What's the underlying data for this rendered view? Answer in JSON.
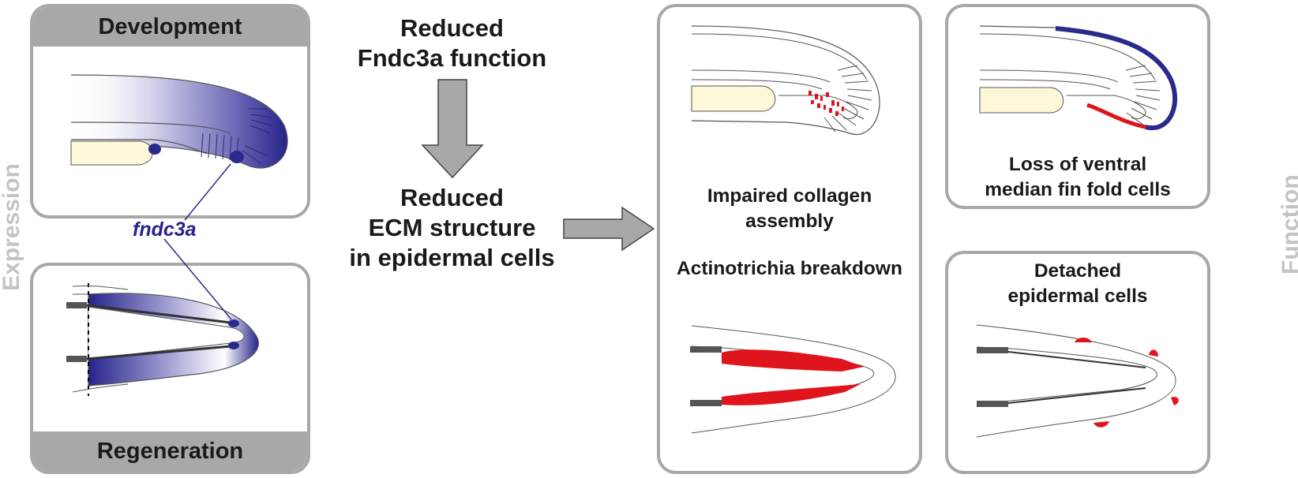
{
  "expression": {
    "side_label": "Expression",
    "development_header": "Development",
    "regeneration_footer": "Regeneration",
    "gene_label": "fndc3a"
  },
  "flow": {
    "top_line1": "Reduced",
    "top_line2": "Fndc3a function",
    "mid_line1": "Reduced",
    "mid_line2": "ECM structure",
    "mid_line3": "in epidermal cells"
  },
  "function": {
    "side_label": "Function",
    "collagen_line1": "Impaired collagen",
    "collagen_line2": "assembly",
    "actinotrichia": "Actinotrichia breakdown",
    "ventral_line1": "Loss of ventral",
    "ventral_line2": "median fin fold cells",
    "detached_line1": "Detached",
    "detached_line2": "epidermal cells"
  },
  "colors": {
    "expression_blue": "#2a2a8c",
    "defect_red": "#e0141c",
    "panel_grey": "#a8a8a8",
    "notochord_yellow": "#fcf8d8"
  }
}
